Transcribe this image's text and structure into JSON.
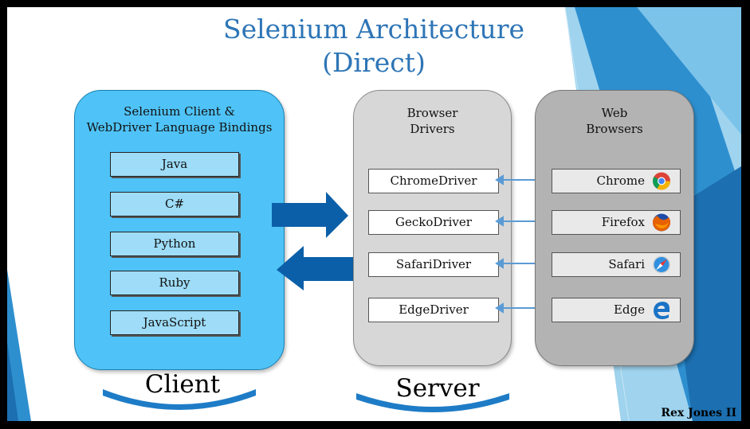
{
  "title": {
    "line1": "Selenium Architecture",
    "line2": "(Direct)"
  },
  "client": {
    "heading_line1": "Selenium Client &",
    "heading_line2": "WebDriver Language Bindings",
    "languages": [
      "Java",
      "C#",
      "Python",
      "Ruby",
      "JavaScript"
    ],
    "label": "Client"
  },
  "server": {
    "heading_line1": "Browser",
    "heading_line2": "Drivers",
    "drivers": [
      "ChromeDriver",
      "GeckoDriver",
      "SafariDriver",
      "EdgeDriver"
    ],
    "label": "Server"
  },
  "browsers": {
    "heading_line1": "Web",
    "heading_line2": "Browsers",
    "items": [
      {
        "label": "Chrome",
        "icon": "chrome-icon"
      },
      {
        "label": "Firefox",
        "icon": "firefox-icon"
      },
      {
        "label": "Safari",
        "icon": "safari-icon"
      },
      {
        "label": "Edge",
        "icon": "edge-icon"
      }
    ]
  },
  "credit": "Rex Jones II",
  "colors": {
    "title": "#2e75b6",
    "client_panel": "#4fc3f7",
    "language_box": "#9edcf7",
    "drivers_panel": "#d7d7d7",
    "browsers_panel": "#b3b3b3",
    "arrow_dark": "#0b5fa8",
    "arrow_light": "#5b9bd5"
  }
}
